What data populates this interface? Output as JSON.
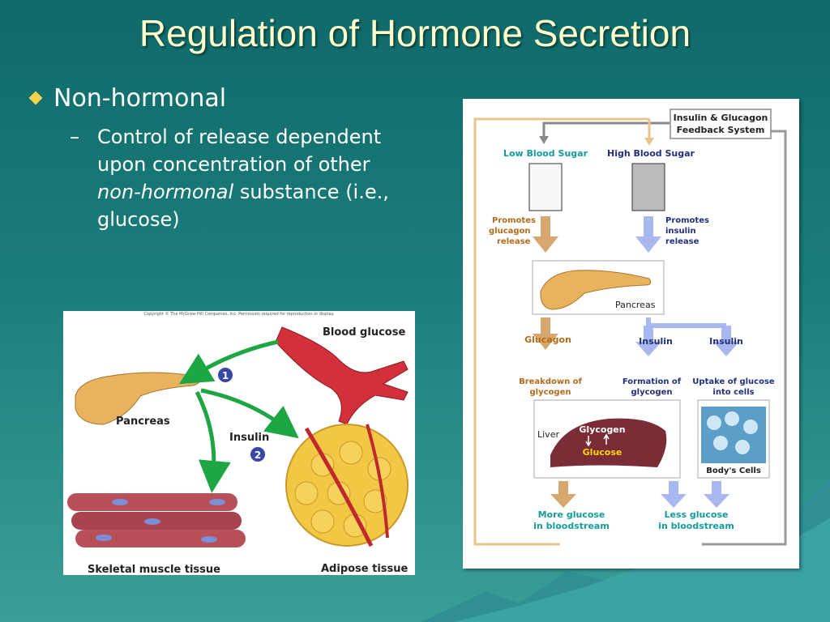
{
  "slide": {
    "title": "Regulation of Hormone Secretion",
    "bullet": "Non-hormonal",
    "sub_dash": "–",
    "sub_1": "Control of release dependent upon concentration of other ",
    "sub_italic": "non-hormonal",
    "sub_2": " substance (i.e., glucose)"
  },
  "left_figure": {
    "copyright": "Copyright © The McGraw-Hill Companies, Inc. Permission required for reproduction or display.",
    "blood_glucose": "Blood glucose",
    "pancreas": "Pancreas",
    "insulin": "Insulin",
    "step1": "1",
    "step2": "2",
    "skeletal": "Skeletal muscle tissue",
    "adipose": "Adipose tissue"
  },
  "right_figure": {
    "title_line1": "Insulin & Glucagon",
    "title_line2": "Feedback System",
    "low_sugar": "Low Blood Sugar",
    "high_sugar": "High Blood Sugar",
    "promotes_glucagon": [
      "Promotes",
      "glucagon",
      "release"
    ],
    "promotes_insulin": [
      "Promotes",
      "insulin",
      "release"
    ],
    "pancreas": "Pancreas",
    "glucagon": "Glucagon",
    "insulin_a": "Insulin",
    "insulin_b": "Insulin",
    "breakdown": [
      "Breakdown of",
      "glycogen"
    ],
    "formation": [
      "Formation of",
      "glycogen"
    ],
    "uptake": [
      "Uptake of glucose",
      "into cells"
    ],
    "liver": "Liver",
    "glycogen": "Glycogen",
    "glucose": "Glucose",
    "body_cells": "Body's Cells",
    "more_glucose": [
      "More glucose",
      "in bloodstream"
    ],
    "less_glucose": [
      "Less glucose",
      "in bloodstream"
    ]
  },
  "colors": {
    "title": "#ffffcc",
    "tan_arrow": "#d7a86e",
    "blue_arrow": "#a9b8f0",
    "teal_text": "#139c9c",
    "navy_text": "#21307a",
    "orange_text": "#b36a1a",
    "liver": "#7a2d36"
  }
}
